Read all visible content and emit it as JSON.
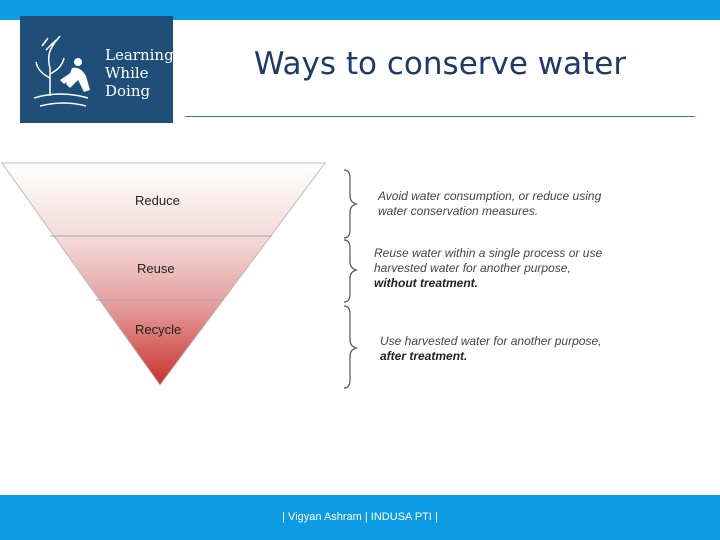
{
  "colors": {
    "bar": "#0d9ce4",
    "logo_bg": "#1f4e79",
    "title": "#1f3a64",
    "rule": "#2e8b57"
  },
  "logo": {
    "icon": "plant-and-person-logo",
    "text": "Learning\nWhile\nDoing"
  },
  "title": "Ways to conserve water",
  "tiers": [
    {
      "label": "Reduce",
      "desc": "Avoid water consumption, or reduce using\nwater conservation measures."
    },
    {
      "label": "Reuse",
      "desc": "Reuse water within a single process or use\nharvested water for another purpose,",
      "emphasis": "without treatment."
    },
    {
      "label": "Recycle",
      "desc": "Use harvested water for another purpose,",
      "emphasis": "after treatment."
    }
  ],
  "footer": "| Vigyan Ashram | INDUSA PTI |"
}
